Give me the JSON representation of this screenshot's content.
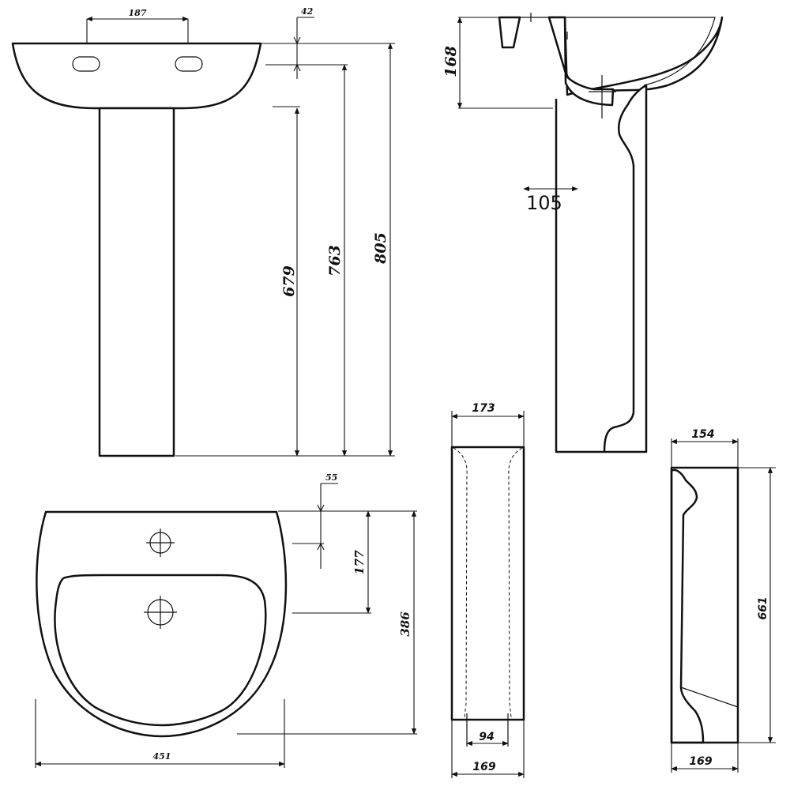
{
  "front_view": {
    "tap_spacing": "187",
    "rim_thickness": "42",
    "pedestal_height": "679",
    "basin_underside_height": "763",
    "overall_height": "805"
  },
  "side_view": {
    "basin_depth": "168",
    "projection": "105"
  },
  "plan_view": {
    "tap_hole_offset": "55",
    "tap_to_waste": "177",
    "basin_projection": "386",
    "basin_width": "451"
  },
  "pedestal_front_view": {
    "top_width": "173",
    "foot_spacing": "94",
    "base_width": "169"
  },
  "pedestal_side_view": {
    "top_depth": "154",
    "height": "661",
    "base_depth": "169"
  }
}
